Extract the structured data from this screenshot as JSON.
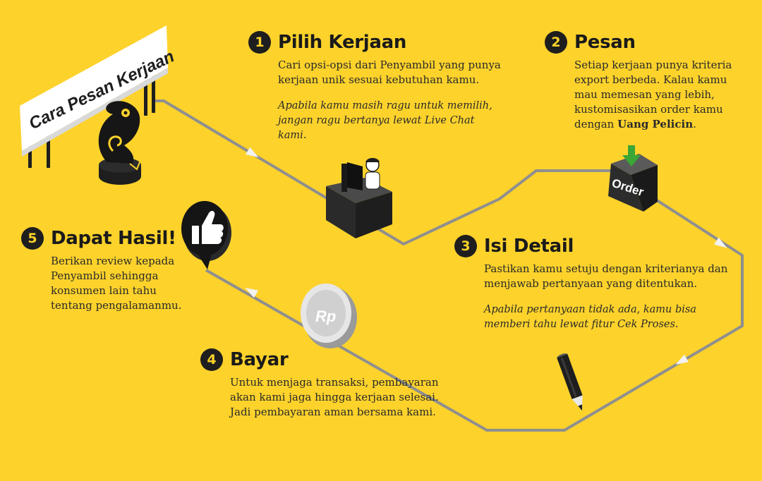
{
  "sign": {
    "title": "Cara Pesan Kerjaan"
  },
  "steps": [
    {
      "number": "1",
      "title": "Pilih Kerjaan",
      "description": "Cari opsi-opsi dari Penyambil yang punya kerjaan unik sesuai kebutuhan kamu.",
      "note": "Apabila kamu masih ragu untuk memilih, jangan ragu bertanya lewat Live Chat kami."
    },
    {
      "number": "2",
      "title": "Pesan",
      "description": "Setiap kerjaan punya kriteria export berbeda. Kalau kamu mau memesan yang lebih, kustomisasikan order kamu dengan",
      "highlight": "Uang Pelicin",
      "suffix": "."
    },
    {
      "number": "3",
      "title": "Isi Detail",
      "description": "Pastikan kamu setuju dengan kriterianya dan menjawab pertanyaan yang ditentukan.",
      "note": "Apabila pertanyaan tidak ada, kamu bisa memberi tahu lewat fitur Cek Proses."
    },
    {
      "number": "4",
      "title": "Bayar",
      "description": "Untuk menjaga transaksi, pembayaran akan kami jaga hingga kerjaan selesai. Jadi pembayaran aman bersama kami."
    },
    {
      "number": "5",
      "title": "Dapat Hasil!",
      "description": "Berikan review kepada Penyambil sehingga konsumen lain tahu tentang pengalamanmu."
    }
  ],
  "illustrations": {
    "order_box_label": "Order",
    "coin_label": "Rp"
  },
  "colors": {
    "background": "#fdd22b",
    "path": "#8f8f8f",
    "dark": "#1e1e1e",
    "green_arrow": "#3aa635"
  },
  "icons": [
    "chameleon-icon",
    "computer-desk-icon",
    "order-box-icon",
    "pencil-icon",
    "rupiah-coin-icon",
    "thumbs-up-icon",
    "path-arrow-icon"
  ]
}
